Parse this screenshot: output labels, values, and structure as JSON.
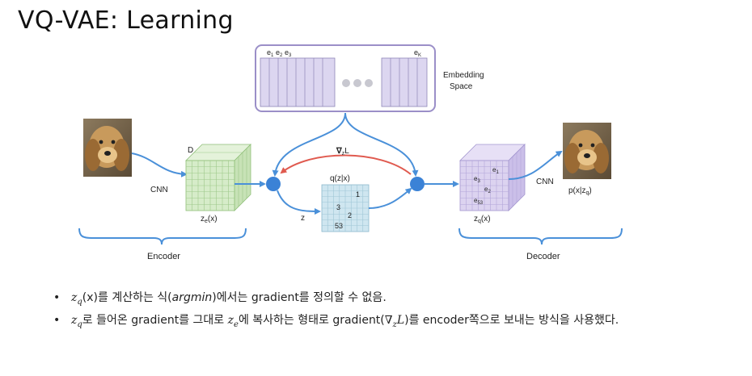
{
  "title": "VQ-VAE: Learning",
  "diagram": {
    "embedding": {
      "first_labels": [
        [
          "e",
          "1"
        ],
        [
          "e",
          "2"
        ],
        [
          "e",
          "3"
        ]
      ],
      "last_label": [
        "e",
        "K"
      ],
      "space_label_line1": "Embedding",
      "space_label_line2": "Space"
    },
    "encoder": {
      "cnn_label": "CNN",
      "dim_label": "D",
      "output_label": "z",
      "output_sub": "e",
      "output_arg": "(x)",
      "section_label": "Encoder"
    },
    "quantizer": {
      "grad_label": "∇",
      "grad_sub": "z",
      "grad_tail": "L",
      "q_label": "q(z|x)",
      "z_label": "z",
      "cells": [
        "1",
        "3",
        "2",
        "53"
      ]
    },
    "decoder": {
      "cells": [
        [
          "e",
          "1"
        ],
        [
          "e",
          "3"
        ],
        [
          "e",
          "2"
        ],
        [
          "e",
          "53"
        ]
      ],
      "input_label": "z",
      "input_sub": "q",
      "input_arg": "(x)",
      "cnn_label": "CNN",
      "output_label": "p(x|z",
      "output_sub": "q",
      "output_close": ")",
      "section_label": "Decoder"
    },
    "colors": {
      "embedding_fill": "#dcd6f0",
      "embedding_border": "#9b8fc8",
      "encoder_fill": "#d6ecc9",
      "decoder_fill": "#dcd3f0",
      "qgrid_fill": "#cfe6f0",
      "arrow_blue": "#4a90d9",
      "arrow_red": "#e05a4f",
      "node_blue": "#3b82d6"
    }
  },
  "bullets": {
    "b1_var": "z",
    "b1_var_sub": "q",
    "b1_text_a": "(x)를 계산하는 식(",
    "b1_ital": "argmin",
    "b1_text_b": ")에서는 gradient를 정의할 수 없음.",
    "b2_var": "z",
    "b2_var_sub": "q",
    "b2_text_a": "로 들어온 gradient를 그대로 ",
    "b2_var2": "z",
    "b2_var2_sub": "e",
    "b2_text_b": "에 복사하는 형태로 gradient(",
    "b2_grad": "∇",
    "b2_grad_sub": "z",
    "b2_grad_tail": "L",
    "b2_text_c": ")를 encoder쪽으로 보내는 방식을 사용했다."
  }
}
